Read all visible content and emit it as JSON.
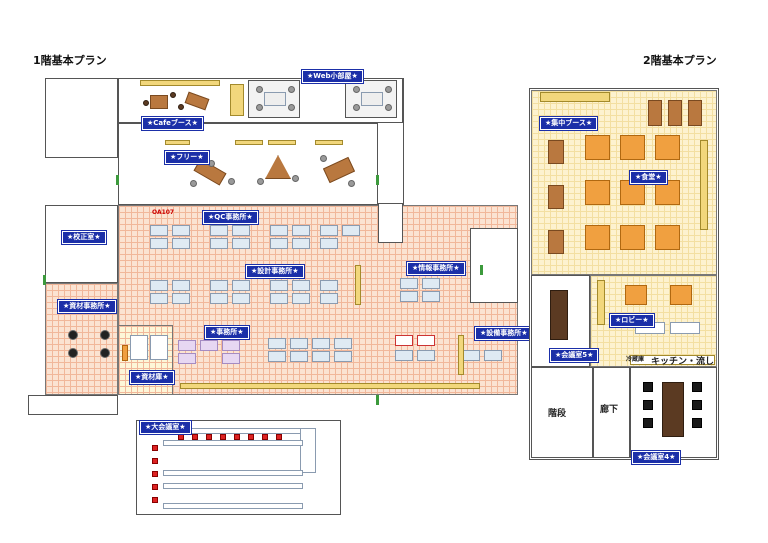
{
  "titles": {
    "floor1": "1階基本プラン",
    "floor2": "2階基本プラン"
  },
  "floor1": {
    "rooms": {
      "web": "★Web小部屋★",
      "cafe": "★Cafeブース★",
      "free": "★フリー★",
      "qc": "★QC事務所★",
      "kousei": "★校正室★",
      "sekkei": "★設計事務所★",
      "jouhou": "★情報事務所★",
      "shizai": "★資材事務所★",
      "jimu": "★事務所★",
      "shizaiko": "★資材庫★",
      "setsubi": "★設備事務所★",
      "daikaigi": "★大会議室★"
    },
    "markers": {
      "oa": "OA107"
    }
  },
  "floor2": {
    "rooms": {
      "shuchu": "★集中ブース★",
      "shokudo": "★食堂★",
      "lobby": "★ロビー★",
      "kaigi5": "★会議室5★",
      "kaigi4": "★会議室4★"
    },
    "plain": {
      "kitchen": "キッチン・流し",
      "reizouko": "冷蔵庫",
      "kaidan": "階段",
      "rouka": "廊下"
    }
  },
  "colors": {
    "label_bg": "#1b2fa8",
    "grid": "#fbe3d2",
    "yellow": "#fdf2cf",
    "wood": "#b9783f"
  }
}
